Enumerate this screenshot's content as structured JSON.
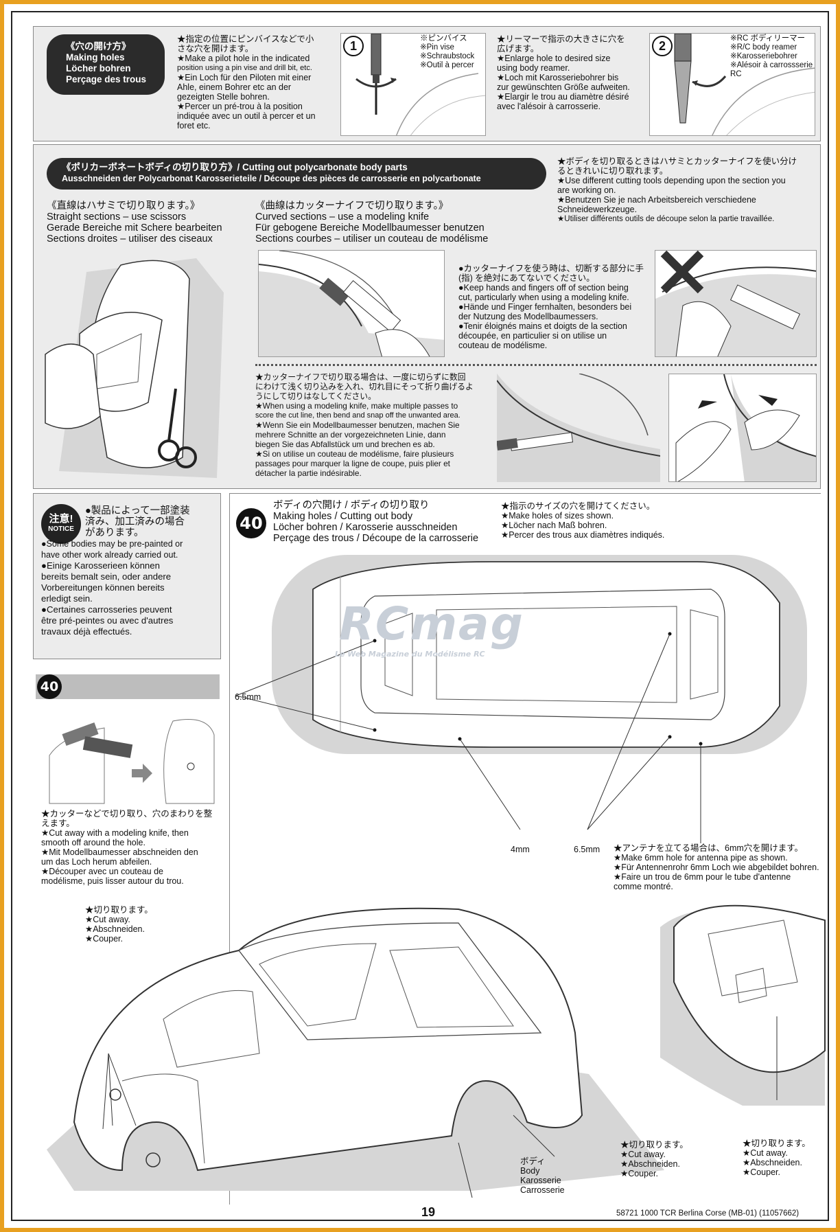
{
  "holes_section": {
    "title": [
      "《穴の開け方》",
      "Making holes",
      "Löcher bohren",
      "Perçage des trous"
    ],
    "main_text": [
      "★指定の位置にピンバイスなどで小",
      "さな穴を開けます。",
      "★Make a pilot hole in the indicated",
      "position using a pin vise and drill bit, etc.",
      "★Ein Loch für den Piloten mit einer",
      "Ahle, einem Bohrer etc an der",
      "gezeigten Stelle bohren.",
      "★Percer un pré-trou à la position",
      "indiquée avec un outil à percer et un",
      "foret etc."
    ],
    "step1_num": "1",
    "step1_tool": [
      "※ピンバイス",
      "※Pin vise",
      "※Schraubstock",
      "※Outil à percer"
    ],
    "step1_text": [
      "★リーマーで指示の大きさに穴を",
      "広げます。",
      "★Enlarge hole to desired size",
      "using body reamer.",
      "★Loch mit Karosseriebohrer bis",
      "zur gewünschten Größe aufweiten.",
      "★Elargir le trou au diamètre désiré",
      "avec l'alésoir à carrosserie."
    ],
    "step2_num": "2",
    "step2_tool": [
      "※RC ボディリーマー",
      "※R/C body reamer",
      "※Karosseriebohrer",
      "※Alésoir à carrossserie",
      "RC"
    ]
  },
  "cutting_section": {
    "title_line1": "《ポリカーボネートボディの切り取り方》/ Cutting out polycarbonate body parts",
    "title_line2": "Ausschneiden der Polycarbonat Karosserieteile / Découpe des pièces de carrosserie en polycarbonate",
    "right_notes": [
      "★ボディを切り取るときはハサミとカッターナイフを使い分け",
      "るときれいに切り取れます。",
      "★Use different cutting tools depending upon the section you",
      "are working on.",
      "★Benutzen Sie je nach Arbeitsbereich verschiedene",
      "Schneidewerkzeuge.",
      "★Utiliser différents outils de découpe selon la partie travaillée."
    ],
    "straight": [
      "《直線はハサミで切り取ります。》",
      "Straight sections – use scissors",
      "Gerade Bereiche mit Schere bearbeiten",
      "Sections droites – utiliser des ciseaux"
    ],
    "curved": [
      "《曲線はカッターナイフで切り取ります。》",
      "Curved sections – use a modeling knife",
      "Für gebogene Bereiche Modellbaumesser benutzen",
      "Sections courbes – utiliser un couteau de modélisme"
    ],
    "safety": [
      "●カッターナイフを使う時は、切断する部分に手",
      "(指) を絶対にあてないでください。",
      "●Keep hands and fingers off of section being",
      "cut, particularly when using a modeling knife.",
      "●Hände und Finger fernhalten, besonders bei",
      "der Nutzung des Modellbaumessers.",
      "●Tenir éloignés mains et doigts de la section",
      "découpée, en particulier si on utilise un",
      "couteau de modélisme."
    ],
    "passes": [
      "★カッターナイフで切り取る場合は、一度に切らずに数回",
      "にわけて浅く切り込みを入れ、切れ目にそって折り曲げるよ",
      "うにして切りはなしてください。",
      "★When using a modeling knife, make multiple passes to",
      "score the cut line, then bend and snap off the unwanted area.",
      "★Wenn Sie ein Modellbaumesser benutzen, machen Sie",
      "mehrere Schnitte an der vorgezeichneten Linie, dann",
      "biegen Sie das Abfallstück um und brechen es ab.",
      "★Si on utilise un couteau de modélisme, faire plusieurs",
      "passages pour marquer la ligne de coupe, puis plier et",
      "détacher la partie indésirable."
    ]
  },
  "notice": {
    "badge_jp": "注意!",
    "badge_en": "NOTICE",
    "lines": [
      "●製品によって一部塗装",
      "済み、加工済みの場合",
      "があります。",
      "●Some bodies may be pre-painted or",
      "have other work already carried out.",
      "●Einige Karosserieen können",
      "bereits bemalt sein, oder andere",
      "Vorbereitungen können bereits",
      "erledigt sein.",
      "●Certaines carrosseries peuvent",
      "être pré-peintes ou avec d'autres",
      "travaux déjà effectués."
    ]
  },
  "step40": {
    "number": "40",
    "title": [
      "ボディの穴開け / ボディの切り取り",
      "Making holes / Cutting out body",
      "Löcher bohren / Karosserie ausschneiden",
      "Perçage des trous / Découpe de la carrosserie"
    ],
    "hole_note": [
      "★指示のサイズの穴を開けてください。",
      "★Make holes of sizes shown.",
      "★Löcher nach Maß bohren.",
      "★Percer des trous aux diamètres indiqués."
    ],
    "dim_65_left": "6.5mm",
    "dim_4": "4mm",
    "dim_65_bottom": "6.5mm",
    "antenna": [
      "★アンテナを立てる場合は、6mm穴を開けます。",
      "★Make 6mm hole for antenna pipe as shown.",
      "★Für Antennenrohr 6mm Loch wie abgebildet bohren.",
      "★Faire un trou de 6mm pour le tube d'antenne",
      "comme montré."
    ],
    "side_number": "40",
    "side_text": [
      "★カッターなどで切り取り、穴のまわりを整",
      "えます。",
      "★Cut away with a modeling knife, then",
      "smooth off around the hole.",
      "★Mit Modellbaumesser abschneiden den",
      "um das Loch herum abfeilen.",
      "★Découper avec un couteau de",
      "modélisme, puis lisser autour du trou."
    ],
    "cut_away_1": [
      "★切り取ります。",
      "★Cut away.",
      "★Abschneiden.",
      "★Couper."
    ],
    "cut_away_2": [
      "★切り取ります。",
      "★Cut away.",
      "★Abschneiden.",
      "★Couper."
    ],
    "cut_away_3": [
      "★切り取ります。",
      "★Cut away.",
      "★Abschneiden.",
      "★Couper."
    ],
    "body_label": [
      "ボディ",
      "Body",
      "Karosserie",
      "Carrosserie"
    ]
  },
  "watermark": {
    "logo": "RCmag",
    "tagline": "Le Web Magazine du Modélisme RC"
  },
  "footer": {
    "page_number": "19",
    "product": "58721 1000 TCR Berlina Corse (MB-01) (11057662)"
  },
  "colors": {
    "frame": "#e8a020",
    "panel": "#ececec",
    "pill": "#2b2b2b"
  }
}
